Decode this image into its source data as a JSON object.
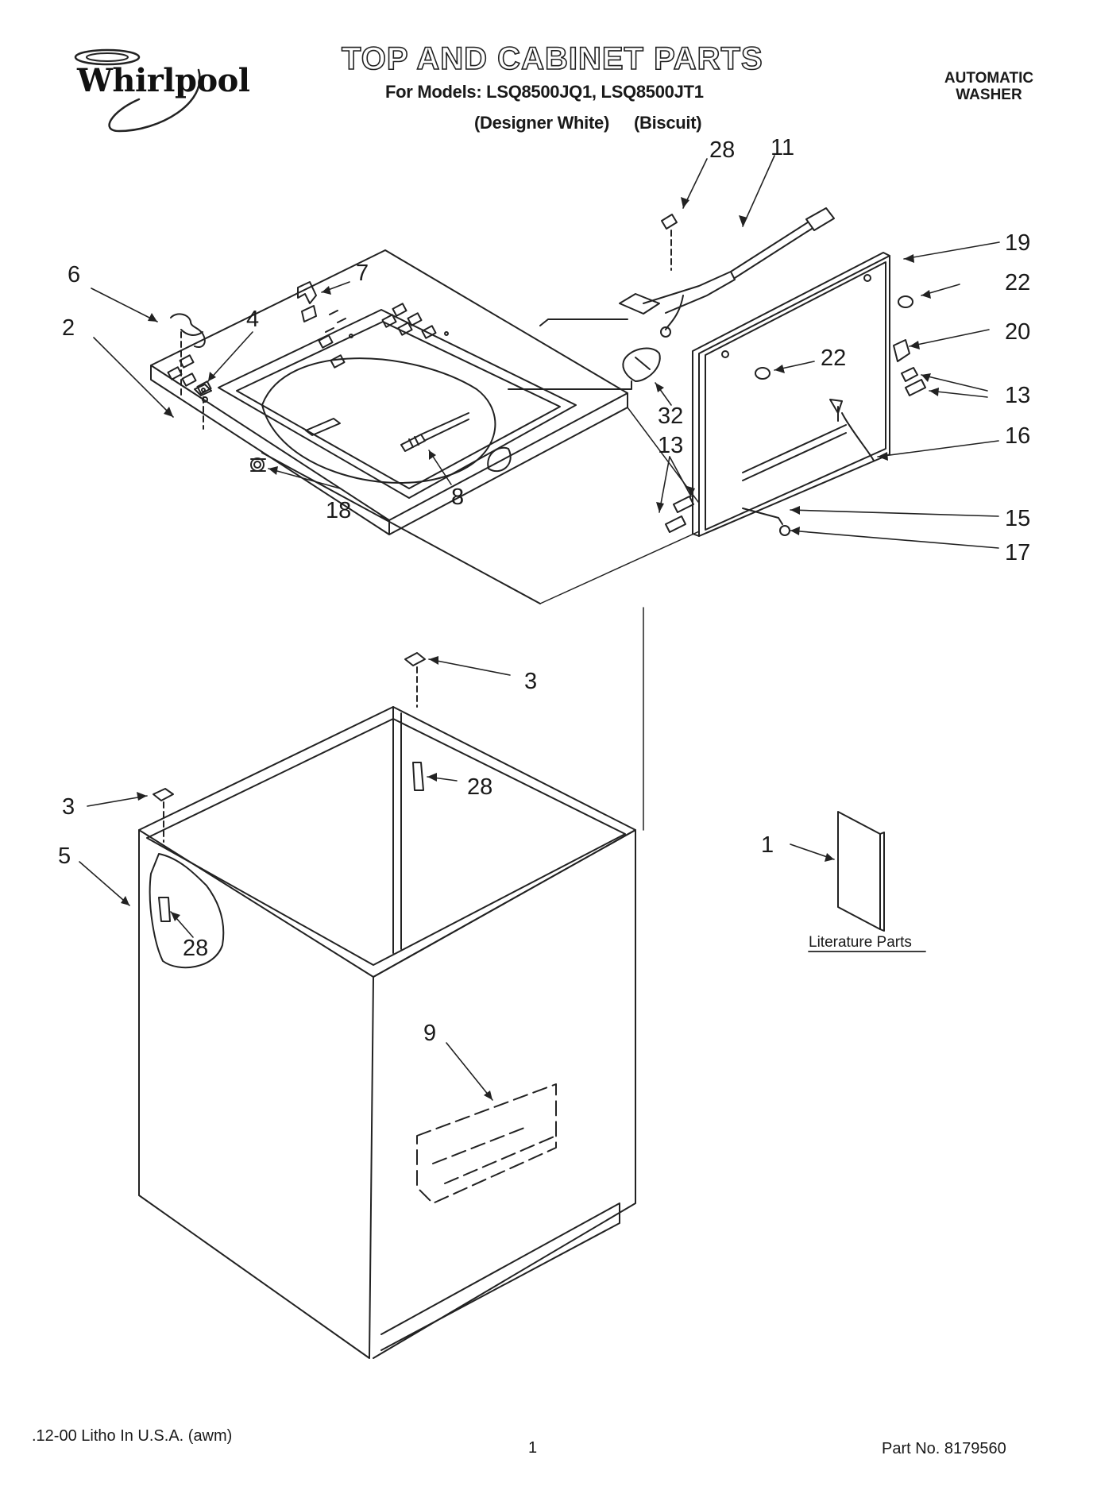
{
  "header": {
    "brand": "Whirlpool",
    "title": "TOP AND CABINET PARTS",
    "models_line": "For Models: LSQ8500JQ1, LSQ8500JT1",
    "colors_line_1": "(Designer White)",
    "colors_line_2": "(Biscuit)",
    "product_type_1": "AUTOMATIC",
    "product_type_2": "WASHER"
  },
  "callouts": {
    "c28a": "28",
    "c11": "11",
    "c19": "19",
    "c22a": "22",
    "c20": "20",
    "c22b": "22",
    "c13a": "13",
    "c16": "16",
    "c15": "15",
    "c17": "17",
    "c13b": "13",
    "c32": "32",
    "c6": "6",
    "c7": "7",
    "c2": "2",
    "c4": "4",
    "c8": "8",
    "c18": "18",
    "c3a": "3",
    "c28b": "28",
    "c3b": "3",
    "c5": "5",
    "c28c": "28",
    "c1": "1",
    "c9": "9"
  },
  "literature_label": "Literature Parts",
  "footer": {
    "litho": ".12-00 Litho In U.S.A. (awm)",
    "page": "1",
    "part_no": "Part No. 8179560"
  }
}
